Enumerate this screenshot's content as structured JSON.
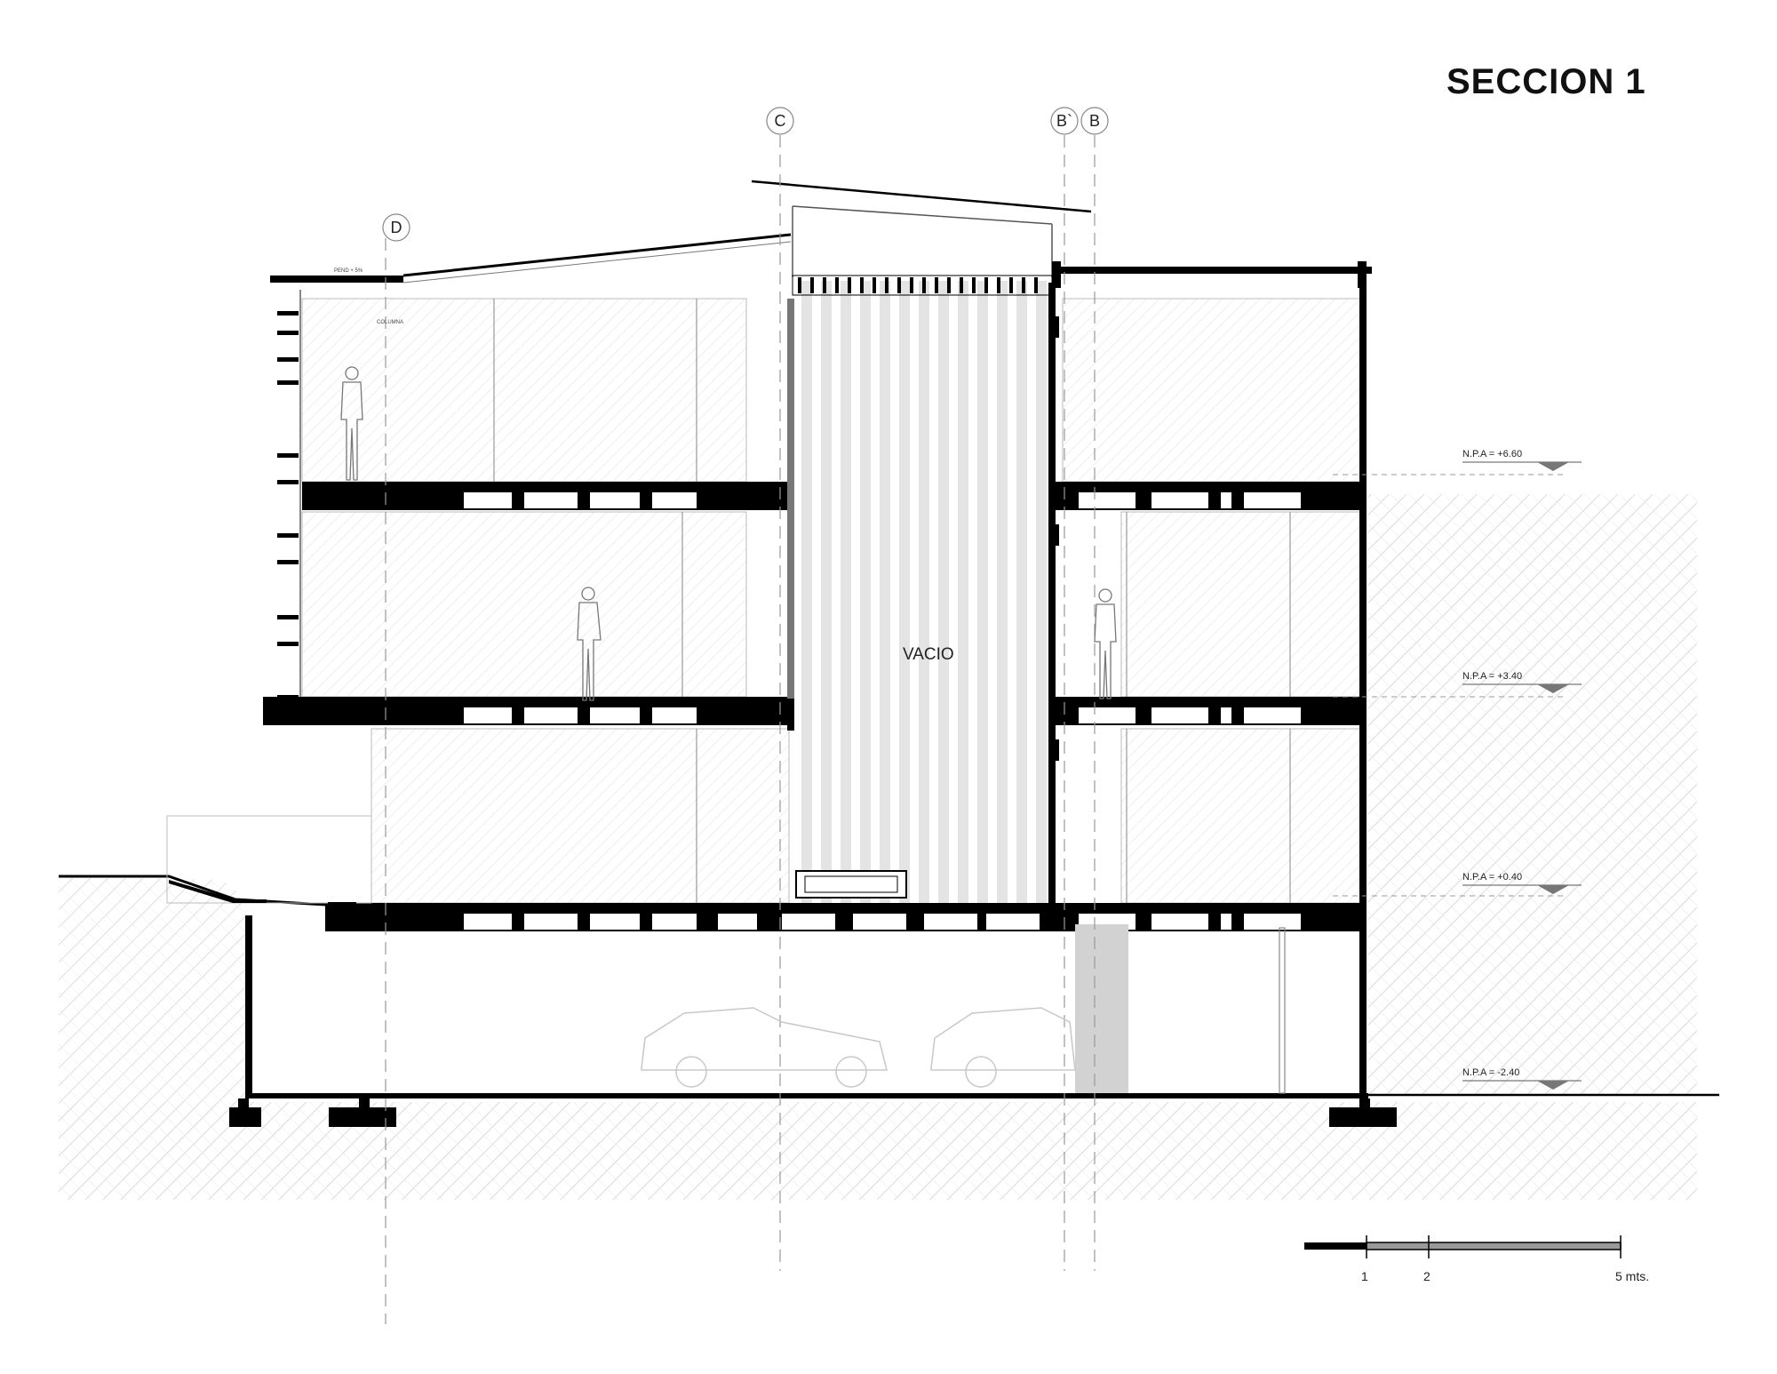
{
  "title": "SECCION 1",
  "void_label": "VACIO",
  "grid_axes": [
    {
      "id": "axis-d",
      "label": "D"
    },
    {
      "id": "axis-c",
      "label": "C"
    },
    {
      "id": "axis-b-prime",
      "label": "B`"
    },
    {
      "id": "axis-b",
      "label": "B"
    }
  ],
  "levels": [
    {
      "id": "level-660",
      "label": "N.P.A = +6.60"
    },
    {
      "id": "level-340",
      "label": "N.P.A = +3.40"
    },
    {
      "id": "level-040",
      "label": "N.P.A = +0.40"
    },
    {
      "id": "level-240",
      "label": "N.P.A = -2.40"
    }
  ],
  "scale_bar": {
    "ticks": [
      "1",
      "2",
      "5 mts."
    ]
  },
  "small_notes": {
    "roof": "PEND + 5%",
    "column": "COLUMNA"
  },
  "colors": {
    "ink": "#000000",
    "ground_hatch": "#d9d9d9",
    "glass": "#e8e8e8",
    "void_stripes": "#e6e6e6"
  }
}
